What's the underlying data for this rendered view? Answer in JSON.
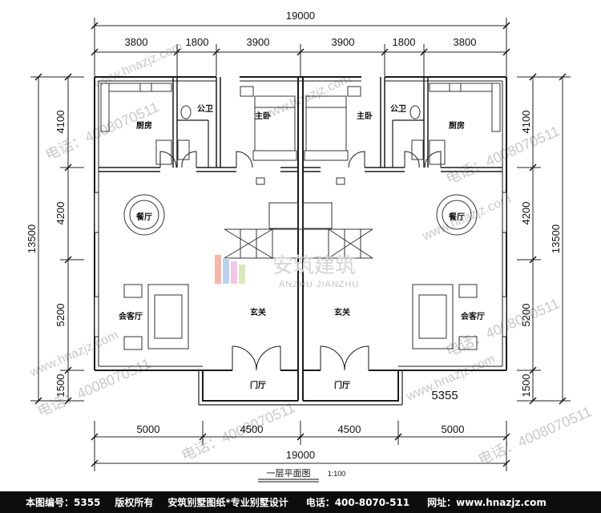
{
  "dimensions": {
    "top_total": "19000",
    "top_segments": [
      "3800",
      "1800",
      "3900",
      "3900",
      "1800",
      "3800"
    ],
    "bottom_total": "19000",
    "bottom_segments": [
      "5000",
      "4500",
      "4500",
      "5000"
    ],
    "left_total": "13500",
    "left_segments": [
      "4100",
      "4200",
      "5200",
      "1500"
    ],
    "right_total": "13500",
    "right_segments": [
      "4100",
      "4200",
      "5200",
      "1500"
    ]
  },
  "rooms": {
    "kitchen": "厨房",
    "public_bath": "公卫",
    "master_bedroom": "主卧",
    "dining": "餐厅",
    "living": "会客厅",
    "foyer": "玄关",
    "vestibule": "门厅"
  },
  "plan_number_label": "5355",
  "plan_title": "一层平面图",
  "scale": "1:100",
  "logo": {
    "cn": "安筑建筑",
    "en": "ANZHU JIANZHU"
  },
  "watermarks": {
    "phone": "电话：4008070511",
    "site": "www.hnazjz.com"
  },
  "footer": {
    "plan_no": "本图编号：5355",
    "copyright": "版权所有",
    "company": "安筑别墅图纸*专业别墅设计",
    "phone": "电话：400-8070-511",
    "website": "网址：www.hnazjz.com"
  },
  "colors": {
    "wall": "#1a1a1a",
    "footer_bg": "#0d0d0d",
    "watermark": "#c9c9c9"
  }
}
